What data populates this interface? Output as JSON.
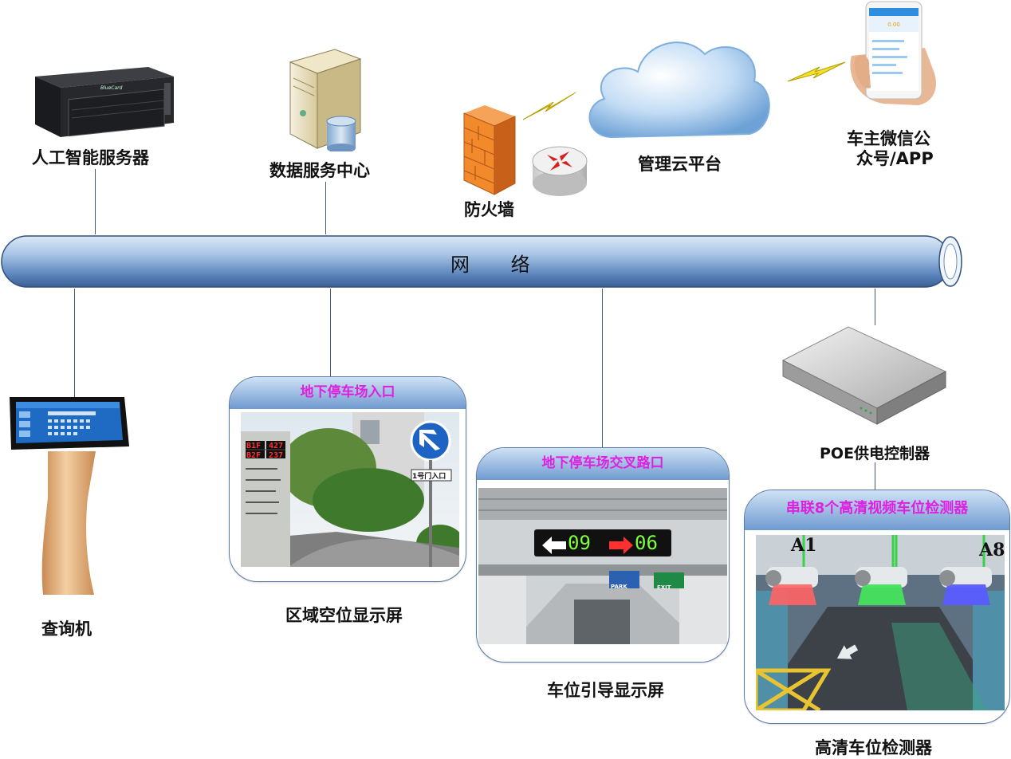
{
  "network": {
    "label": "网 络"
  },
  "nodes": {
    "ai_server": "人工智能服务器",
    "data_center": "数据服务中心",
    "firewall": "防火墙",
    "cloud": "管理云平台",
    "owner_app_line1": "车主微信公",
    "owner_app_line2": "众号/APP",
    "kiosk": "查询机",
    "area_display": "区域空位显示屏",
    "guide_display": "车位引导显示屏",
    "poe": "POE供电控制器",
    "detector": "高清车位检测器"
  },
  "panels": {
    "entrance": {
      "title": "地下停车场入口"
    },
    "crossing": {
      "title": "地下停车场交叉路口"
    },
    "detector": {
      "title": "串联8个高清视频车位检测器"
    }
  },
  "entrance_sign": {
    "rows": [
      {
        "floor": "B1F",
        "count": "427"
      },
      {
        "floor": "B2F",
        "count": "237"
      }
    ],
    "road_sign": "1号门入口"
  },
  "guide_sign": {
    "left_count": "09",
    "right_count": "06",
    "park": "PARK",
    "exit": "EXIT"
  },
  "detector_labels": {
    "first": "A1",
    "last": "A8"
  },
  "server_brand": "BlueCard",
  "colors": {
    "panel_title": "#e020e0",
    "led_red": "#ff3030",
    "led_green": "#7cff3a"
  }
}
